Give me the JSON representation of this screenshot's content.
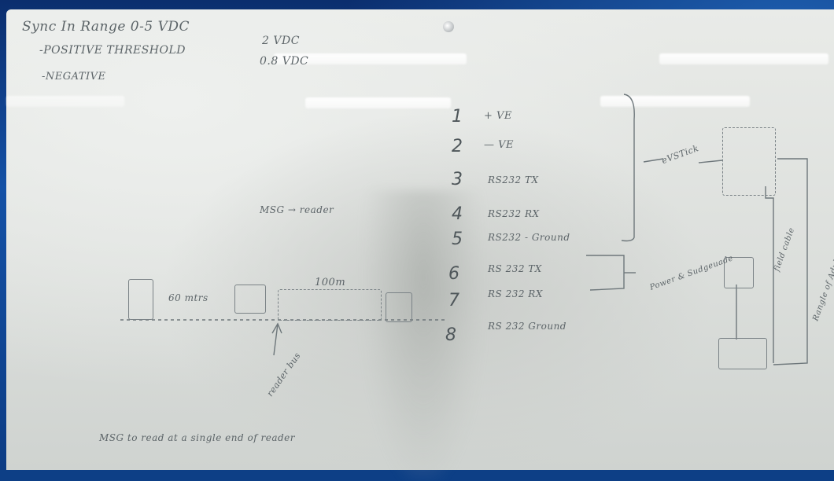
{
  "header_lines": {
    "line1": "Sync In Range 0-5 VDC",
    "line2_label": "-POSITIVE THRESHOLD",
    "line2_value": "2 VDC",
    "line3_label": "-NEGATIVE",
    "line3_value": "0.8 VDC"
  },
  "pinout": [
    {
      "num": "1",
      "label": "+ VE"
    },
    {
      "num": "2",
      "label": "— VE"
    },
    {
      "num": "3",
      "label": "RS232 TX"
    },
    {
      "num": "4",
      "label": "RS232 RX"
    },
    {
      "num": "5",
      "label": "RS232 - Ground"
    },
    {
      "num": "6",
      "label": "RS 232 TX"
    },
    {
      "num": "7",
      "label": "RS 232 RX"
    },
    {
      "num": "8",
      "label": "RS 232 Ground"
    }
  ],
  "annotations": {
    "msg_reader": "MSG → reader",
    "sixty_meters": "60 mtrs",
    "hundred_meters": "100m",
    "bottom_note": "MSG to read at a single end of reader",
    "arrow_label": "reader bus",
    "right_bracket_label": "eVSTick",
    "bracket_label_2": "Power & Sudgeuade",
    "right_vertical_1": "field cable",
    "right_vertical_2": "Rangle of Adult"
  }
}
